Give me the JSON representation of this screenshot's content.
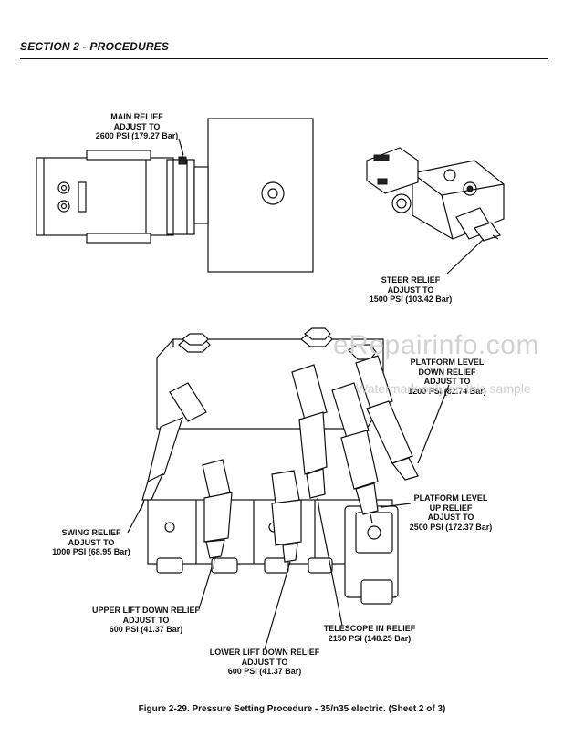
{
  "header": {
    "section_title": "SECTION 2 - PROCEDURES"
  },
  "callouts": {
    "main_relief": [
      "MAIN RELIEF",
      "ADJUST TO",
      "2600 PSI (179.27 Bar)"
    ],
    "steer_relief": [
      "STEER RELIEF",
      "ADJUST TO",
      "1500 PSI (103.42 Bar)"
    ],
    "platform_level_down": [
      "PLATFORM LEVEL",
      "DOWN RELIEF",
      "ADJUST TO",
      "1200 PSI (82.74 Bar)"
    ],
    "platform_level_up": [
      "PLATFORM LEVEL",
      "UP RELIEF",
      "ADJUST TO",
      "2500 PSI (172.37 Bar)"
    ],
    "swing_relief": [
      "SWING RELIEF",
      "ADJUST TO",
      "1000 PSI (68.95 Bar)"
    ],
    "upper_lift_down": [
      "UPPER LIFT DOWN RELIEF",
      "ADJUST TO",
      "600 PSI (41.37 Bar)"
    ],
    "telescope_in": [
      "TELESCOPE IN RELIEF",
      "2150 PSI (148.25 Bar)"
    ],
    "lower_lift_down": [
      "LOWER LIFT DOWN RELIEF",
      "ADJUST TO",
      "600 PSI (41.37 Bar)"
    ]
  },
  "watermark": {
    "main": "eRepairinfo.com",
    "sub": "Watermark only on this sample"
  },
  "caption": "Figure 2-29. Pressure Setting Procedure - 35/n35 electric. (Sheet 2 of 3)"
}
